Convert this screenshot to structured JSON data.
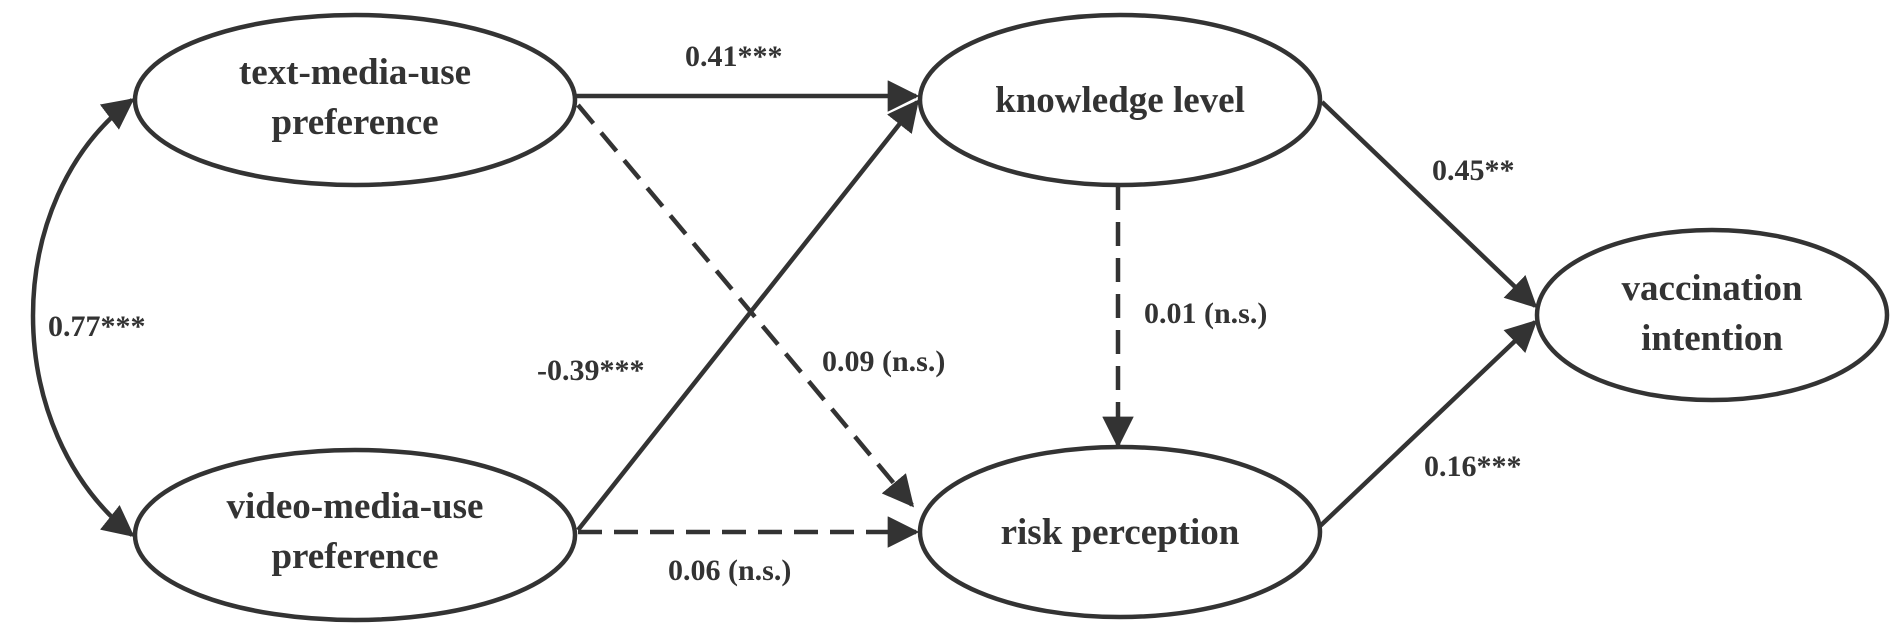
{
  "nodes": {
    "text_pref": {
      "lines": [
        "text-media-use",
        "preference"
      ]
    },
    "video_pref": {
      "lines": [
        "video-media-use",
        "preference"
      ]
    },
    "knowledge": {
      "lines": [
        "knowledge level"
      ]
    },
    "risk": {
      "lines": [
        "risk perception"
      ]
    },
    "vaccination": {
      "lines": [
        "vaccination",
        "intention"
      ]
    }
  },
  "paths": {
    "text_to_knowledge": {
      "coefficient": "0.41***",
      "significant": true
    },
    "text_to_risk": {
      "coefficient": "0.09 (n.s.)",
      "significant": false
    },
    "video_to_knowledge": {
      "coefficient": "-0.39***",
      "significant": true
    },
    "video_to_risk": {
      "coefficient": "0.06 (n.s.)",
      "significant": false
    },
    "knowledge_to_risk": {
      "coefficient": "0.01 (n.s.)",
      "significant": false
    },
    "knowledge_to_vaccination": {
      "coefficient": "0.45**",
      "significant": true
    },
    "risk_to_vaccination": {
      "coefficient": "0.16***",
      "significant": true
    },
    "text_video_correlation": {
      "coefficient": "0.77***",
      "significant": true
    }
  },
  "colors": {
    "stroke": "#333333",
    "background": "#ffffff"
  }
}
